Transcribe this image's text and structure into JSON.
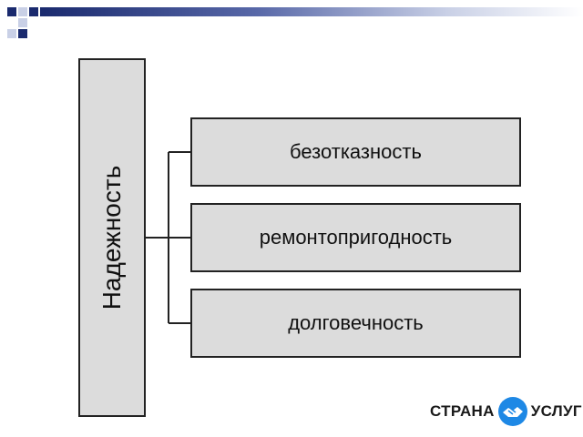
{
  "diagram": {
    "root": {
      "label": "Надежность"
    },
    "children": [
      {
        "label": "безотказность"
      },
      {
        "label": "ремонтопригодность"
      },
      {
        "label": "долговечность"
      }
    ]
  },
  "watermark": {
    "left_text": "СТРАНА",
    "right_text": "УСЛУГ",
    "icon": "handshake-icon",
    "brand_color": "#1e88e5"
  },
  "theme": {
    "dark_blue": "#1a2a6e",
    "light_blue": "#c9d0e6",
    "box_fill": "#dcdcdc"
  }
}
